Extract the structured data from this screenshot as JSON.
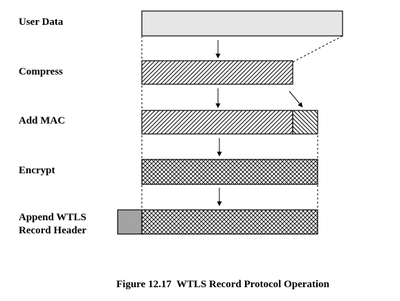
{
  "labels": {
    "user_data": "User Data",
    "compress": "Compress",
    "add_mac": "Add MAC",
    "encrypt": "Encrypt",
    "append_line1": "Append WTLS",
    "append_line2": "Record Header"
  },
  "caption": "Figure 12.17  WTLS Record Protocol Operation",
  "colors": {
    "user_data_fill": "#e6e6e6",
    "header_fill": "#a3a3a3",
    "stroke": "#000000"
  }
}
